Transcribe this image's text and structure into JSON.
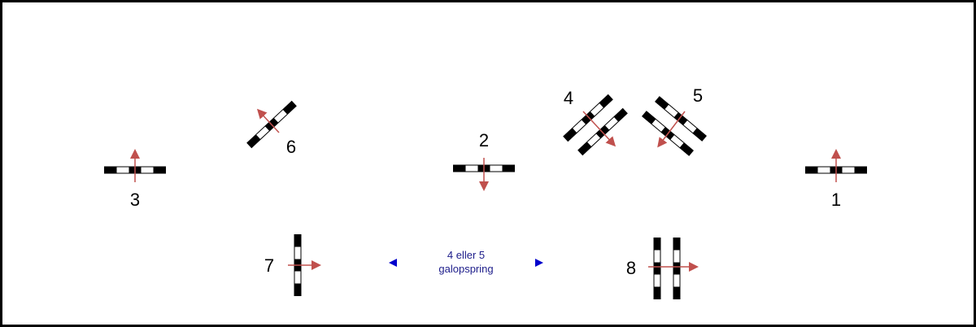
{
  "colors": {
    "fence_dark": "#000000",
    "fence_light": "#ffffff",
    "direction_arrow": "#c0504d",
    "note_text": "#1c1c8a",
    "note_arrows": "#0000cc"
  },
  "jumps": [
    {
      "number": "1",
      "type": "vertical",
      "direction": "up"
    },
    {
      "number": "2",
      "type": "vertical",
      "direction": "down"
    },
    {
      "number": "3",
      "type": "vertical",
      "direction": "up"
    },
    {
      "number": "4",
      "type": "oxer",
      "direction": "down-right"
    },
    {
      "number": "5",
      "type": "oxer",
      "direction": "down-left"
    },
    {
      "number": "6",
      "type": "vertical",
      "direction": "up-left"
    },
    {
      "number": "7",
      "type": "vertical",
      "direction": "right"
    },
    {
      "number": "8",
      "type": "oxer",
      "direction": "right"
    }
  ],
  "note": {
    "line1": "4 eller 5",
    "line2": "galopspring"
  }
}
